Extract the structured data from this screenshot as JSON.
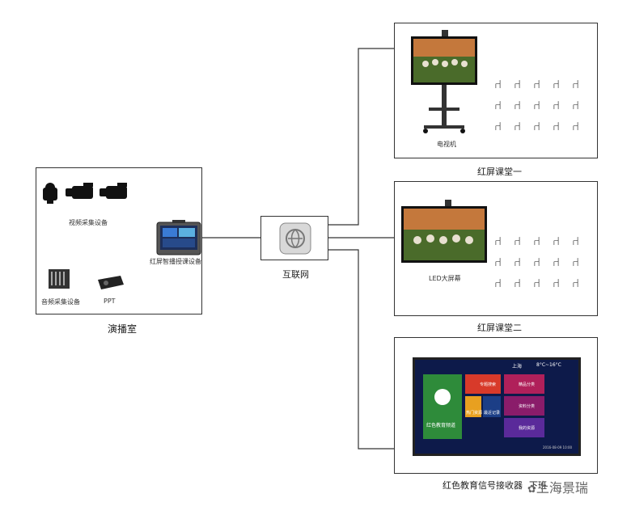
{
  "studio": {
    "title": "演播室",
    "video_capture_label": "视频采集设备",
    "audio_capture_label": "音频采集设备",
    "ppt_label": "PPT",
    "recorder_label": "红屏智播授课设备"
  },
  "network": {
    "label": "互联网"
  },
  "classroom1": {
    "title": "红屏课堂一",
    "device_label": "电视机"
  },
  "classroom2": {
    "title": "红屏课堂二",
    "device_label": "LED大屏幕"
  },
  "receiver": {
    "title": "红色教育信号接收器",
    "title_suffix": "下班",
    "screen": {
      "city": "上海",
      "weather": "8°C~16°C",
      "main_tile": "红色教育频道",
      "tiles": [
        "专题搜索",
        "热门资源",
        "最近记录",
        "精品分类",
        "资料分类",
        "我的资源"
      ],
      "timestamp": "2016-08-09 10:00"
    }
  },
  "watermark": {
    "text": "上海景瑞"
  },
  "colors": {
    "line": "#333333",
    "screen_bg": "#0d1a4a",
    "accent_green": "#2e8b3a"
  }
}
